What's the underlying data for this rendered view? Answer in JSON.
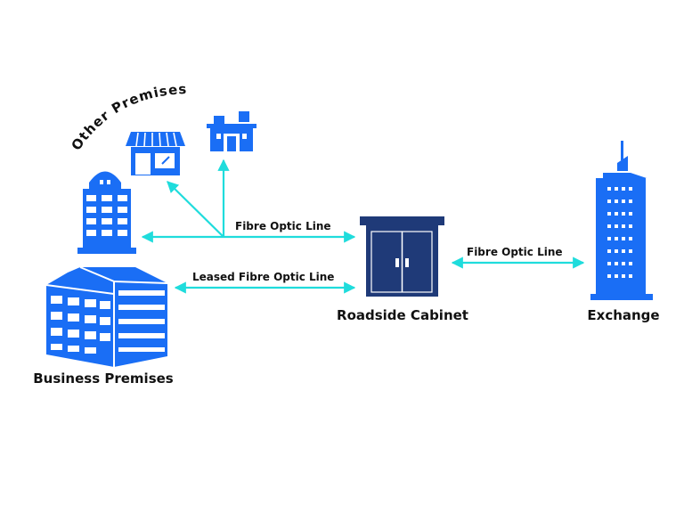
{
  "colors": {
    "connector": "#1fdcdc",
    "building_blue": "#1a6ef5",
    "cabinet_navy": "#1f3a78",
    "text": "#111111"
  },
  "labels": {
    "other_premises": "Other  Premises",
    "fibre_line_premises": "Fibre Optic Line",
    "leased_line": "Leased Fibre Optic Line",
    "fibre_line_exchange": "Fibre Optic Line",
    "roadside_cabinet": "Roadside Cabinet",
    "exchange": "Exchange",
    "business_premises": "Business Premises"
  },
  "icons": {
    "shop": "shop-icon",
    "house": "house-icon",
    "office_tower": "office-tower-icon",
    "business_building": "business-building-icon",
    "cabinet": "cabinet-icon",
    "exchange_tower": "exchange-tower-icon"
  }
}
